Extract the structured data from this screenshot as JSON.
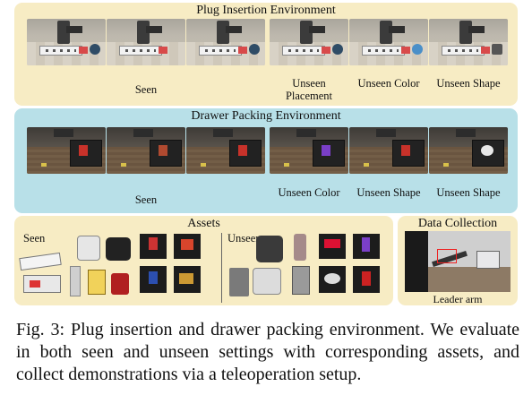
{
  "plug": {
    "title": "Plug Insertion Environment",
    "seen_label": "Seen",
    "groups": [
      {
        "label": "Unseen Placement"
      },
      {
        "label": "Unseen Color"
      },
      {
        "label": "Unseen Shape"
      }
    ]
  },
  "drawer": {
    "title": "Drawer Packing Environment",
    "seen_label": "Seen",
    "groups": [
      {
        "label": "Unseen Color"
      },
      {
        "label": "Unseen Shape"
      },
      {
        "label": "Unseen Shape"
      }
    ]
  },
  "assets": {
    "title": "Assets",
    "seen_label": "Seen",
    "unseen_label": "Unseen"
  },
  "data_collection": {
    "title": "Data Collection",
    "label": "Leader arm"
  },
  "caption": "Fig. 3: Plug insertion and drawer packing environment. We evaluate in both seen and unseen settings with corresponding assets, and collect demonstrations via a teleoperation setup."
}
